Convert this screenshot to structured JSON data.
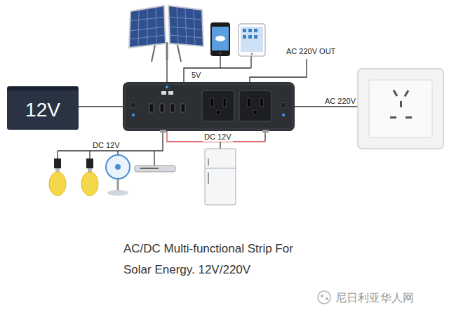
{
  "diagram": {
    "caption": "AC/DC Multi-functional Strip For Solar Energy. 12V/220V",
    "nodes": [
      {
        "text": [
          "12V"
        ]
      }
    ],
    "labels": [
      "5V",
      "AC 220V OUT",
      "AC 220V",
      "DC 12V",
      "DC 12V",
      "尼日利亚华人网"
    ]
  }
}
